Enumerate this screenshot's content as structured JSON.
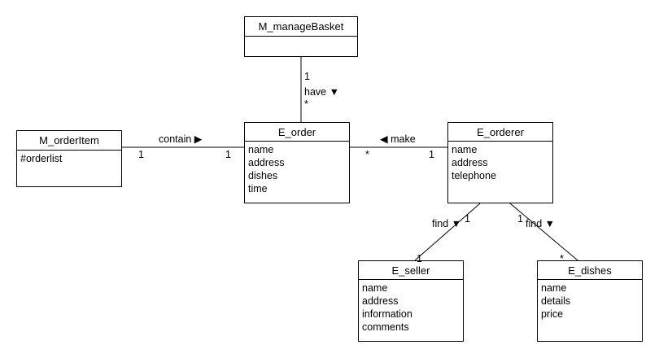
{
  "classes": {
    "m_manage_basket": {
      "name": "M_manageBasket",
      "attributes": []
    },
    "m_order_item": {
      "name": "M_orderItem",
      "attributes": [
        "#orderlist"
      ]
    },
    "e_order": {
      "name": "E_order",
      "attributes": [
        "name",
        "address",
        "dishes",
        "time"
      ]
    },
    "e_orderer": {
      "name": "E_orderer",
      "attributes": [
        "name",
        "address",
        "telephone"
      ]
    },
    "e_seller": {
      "name": "E_seller",
      "attributes": [
        "name",
        "address",
        "information",
        "comments"
      ]
    },
    "e_dishes": {
      "name": "E_dishes",
      "attributes": [
        "name",
        "details",
        "price"
      ]
    }
  },
  "associations": {
    "have": {
      "label": "have ▼",
      "mult_basket": "1",
      "mult_order": "*"
    },
    "contain": {
      "label": "contain ▶",
      "mult_item": "1",
      "mult_order": "1"
    },
    "make": {
      "label": "◀ make",
      "mult_order": "*",
      "mult_orderer": "1"
    },
    "find_seller": {
      "label": "find ▼",
      "mult_orderer": "1",
      "mult_seller": "1"
    },
    "find_dishes": {
      "label": "find ▼",
      "mult_orderer": "1",
      "mult_dishes": "*"
    }
  }
}
